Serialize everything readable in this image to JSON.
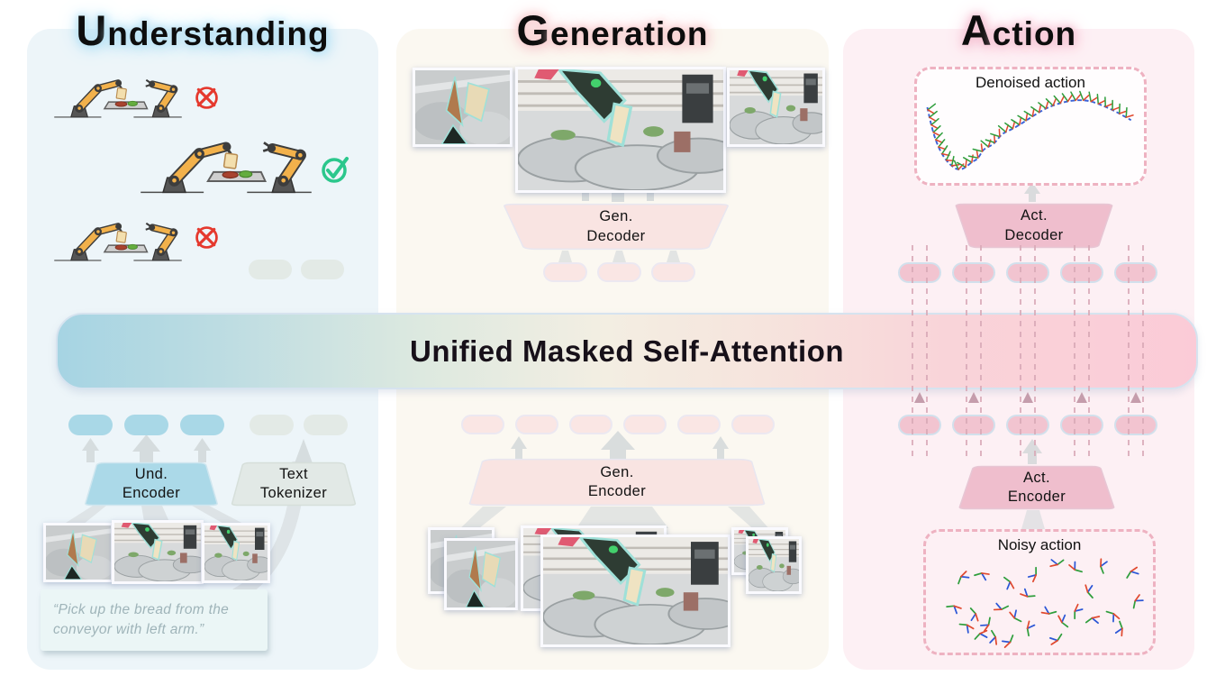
{
  "titles": {
    "understanding": {
      "initial": "U",
      "rest": "nderstanding"
    },
    "generation": {
      "initial": "G",
      "rest": "eneration"
    },
    "action": {
      "initial": "A",
      "rest": "ction"
    }
  },
  "attention_bar": {
    "label": "Unified Masked Self-Attention"
  },
  "understanding": {
    "encoder": {
      "line1": "Und.",
      "line2": "Encoder"
    },
    "tokenizer": {
      "line1": "Text",
      "line2": "Tokenizer"
    },
    "instruction": {
      "line1": "“Pick up the bread from the",
      "line2": "conveyor with left arm.”"
    },
    "image_token_count": 3,
    "text_token_count": 2,
    "answer_token_count": 2
  },
  "generation": {
    "decoder": {
      "line1": "Gen.",
      "line2": "Decoder"
    },
    "encoder": {
      "line1": "Gen.",
      "line2": "Encoder"
    },
    "top_token_count": 3,
    "bottom_token_count": 6
  },
  "action": {
    "denoised_label": "Denoised action",
    "decoder": {
      "line1": "Act.",
      "line2": "Decoder"
    },
    "encoder": {
      "line1": "Act.",
      "line2": "Encoder"
    },
    "noisy_label": "Noisy action",
    "token_count": 5
  },
  "colors": {
    "error_red": "#e5392e",
    "success_green": "#2bc78c",
    "understanding_blue": "#a9d8e7",
    "generation_pink": "#fae6e4",
    "action_pink": "#f2c4d0",
    "trajectory_blue": "#3a62d8"
  }
}
